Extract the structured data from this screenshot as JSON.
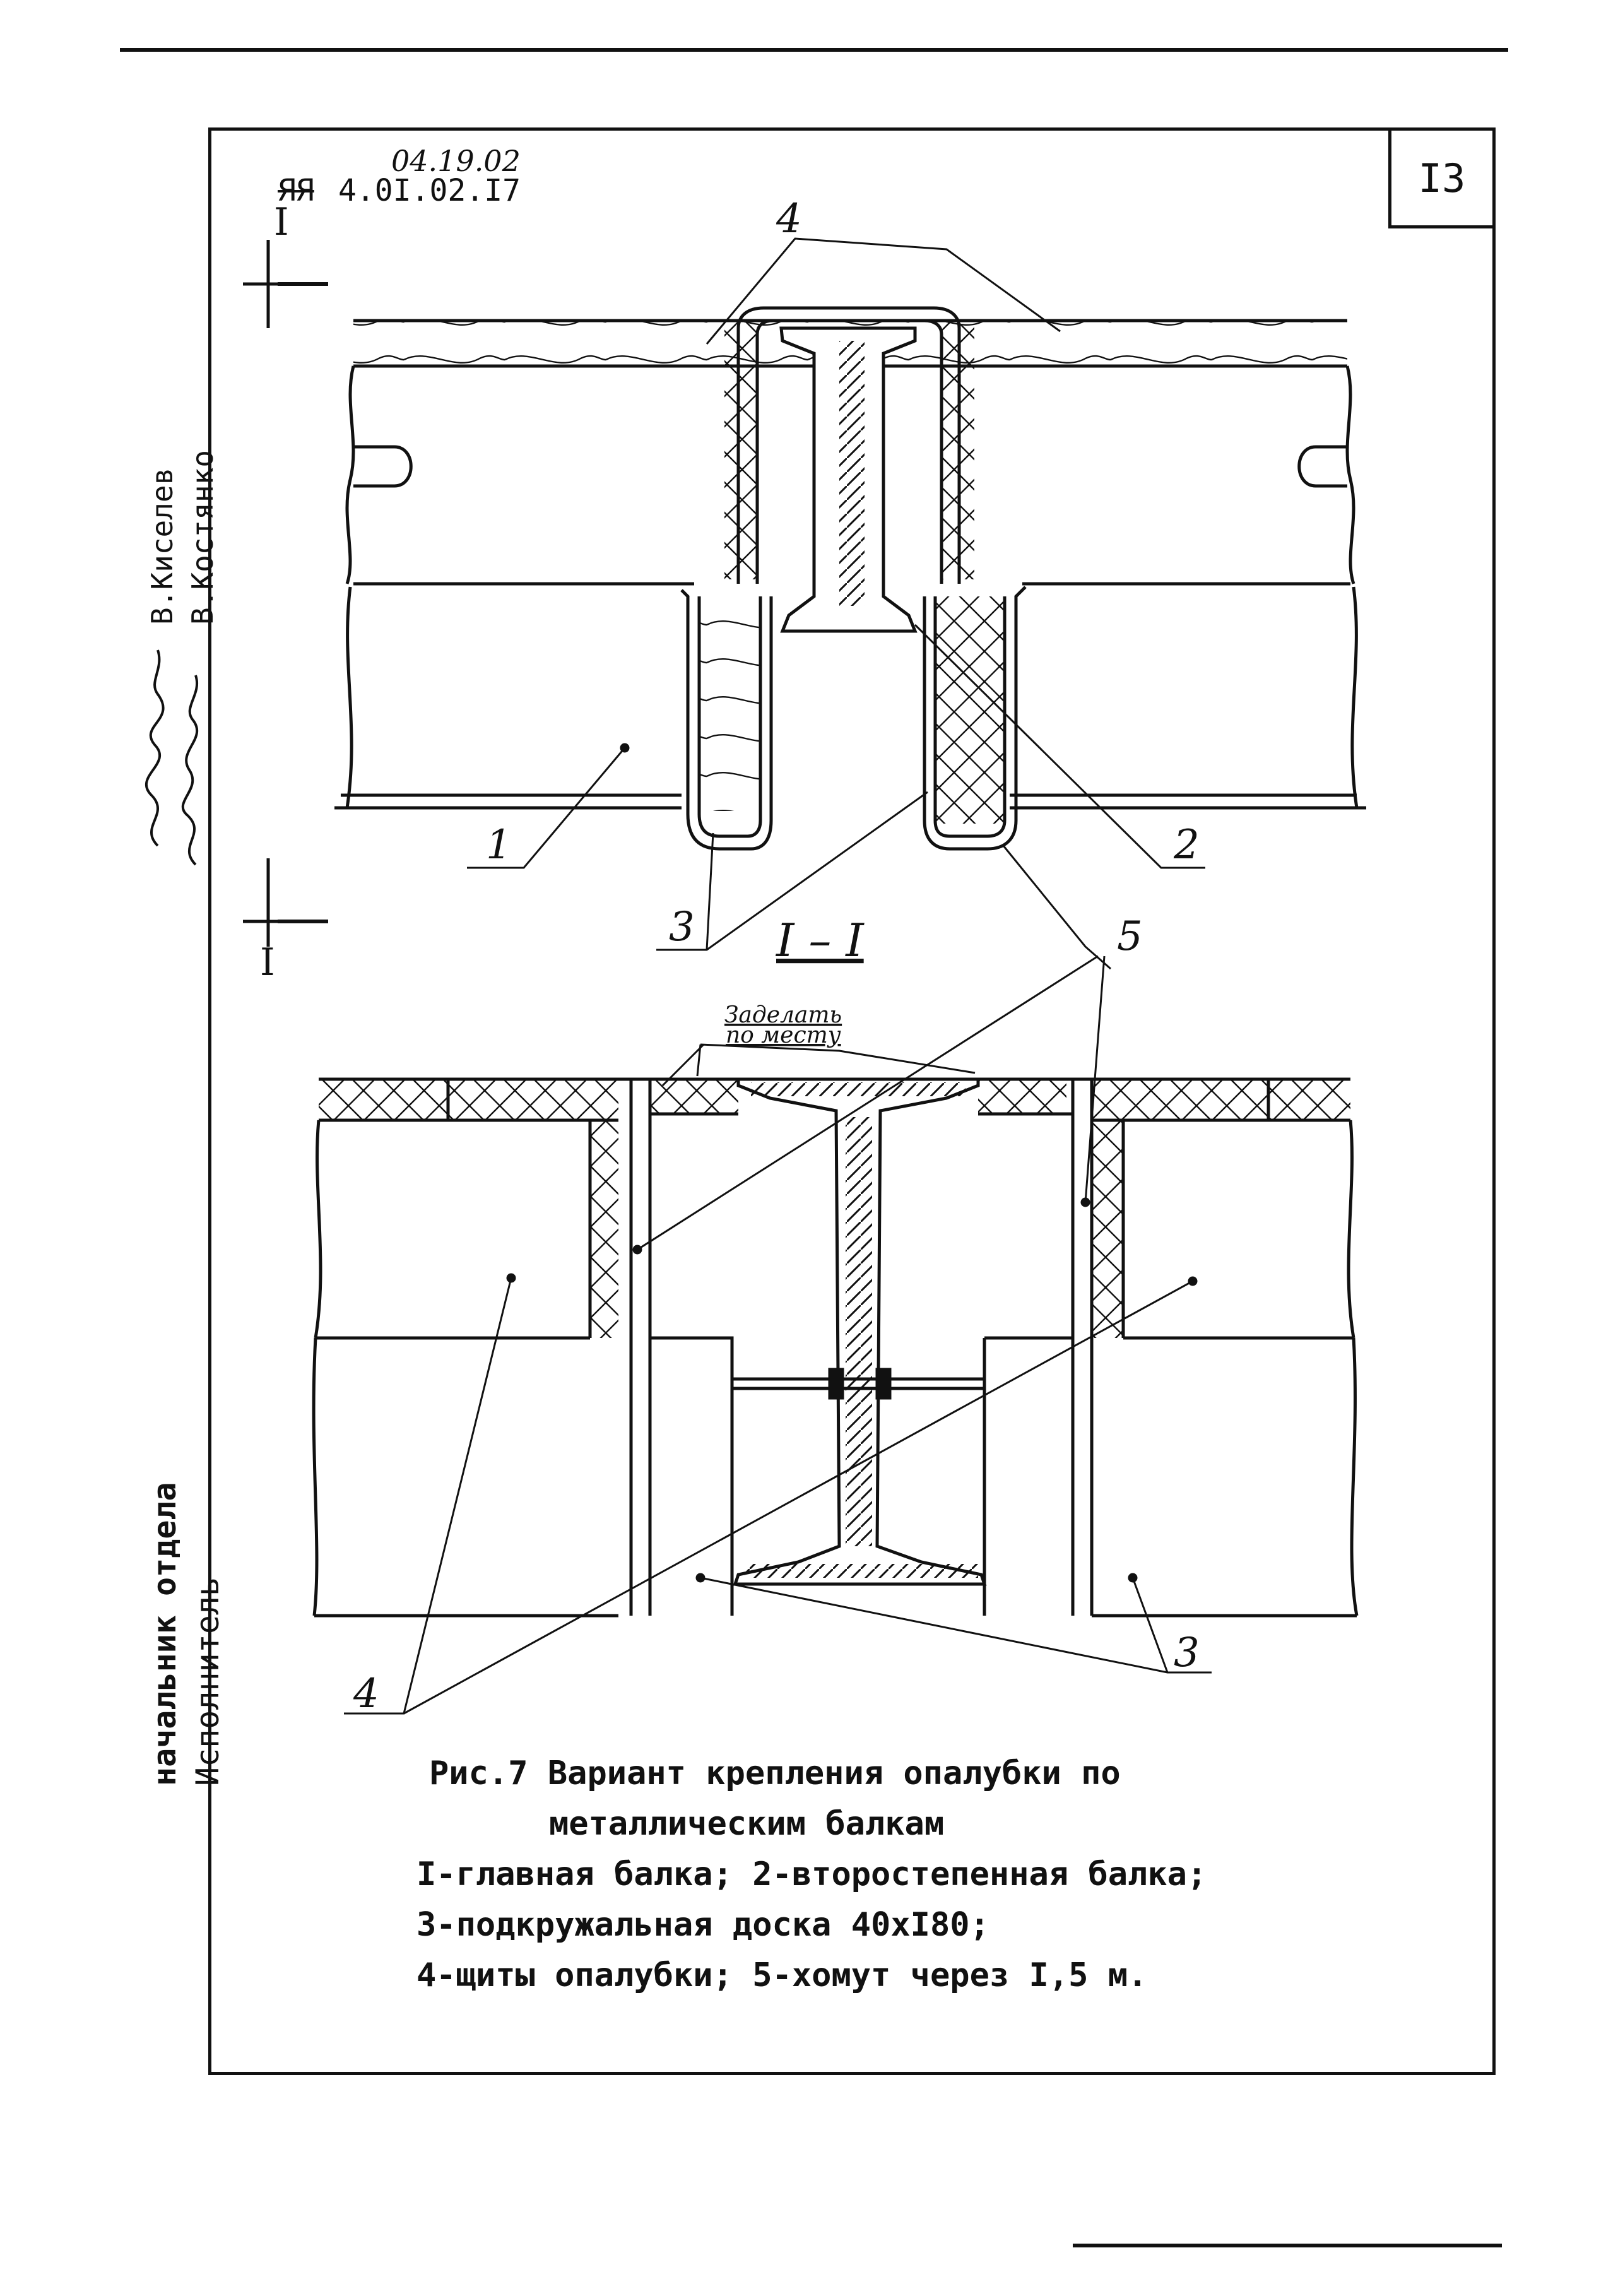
{
  "document": {
    "code_handwritten": "04.19.02",
    "code_crossed": "ЯЯ",
    "code_typed": "4.0I.02.I7",
    "page_number": "I3"
  },
  "sidebar": {
    "role_head": "начальник отдела",
    "role_executor": "Исполнитель",
    "name_head": "В.Киселев",
    "name_executor": "В.Костянко"
  },
  "drawing": {
    "section_mark": "I",
    "section_title": "I – I",
    "labels": {
      "n1": "1",
      "n2": "2",
      "n3_top": "3",
      "n3_bottom": "3",
      "n4_top": "4",
      "n4_bottom": "4",
      "n5": "5"
    },
    "note_line1": "Заделать",
    "note_line2": "по месту"
  },
  "caption": {
    "line1": "Рис.7 Вариант крепления опалубки по",
    "line2": "металлическим балкам",
    "line3": "I-главная балка; 2-второстепенная балка;",
    "line4": "3-подкружальная доска 40хI80;",
    "line5": "4-щиты опалубки; 5-хомут через I,5 м."
  }
}
